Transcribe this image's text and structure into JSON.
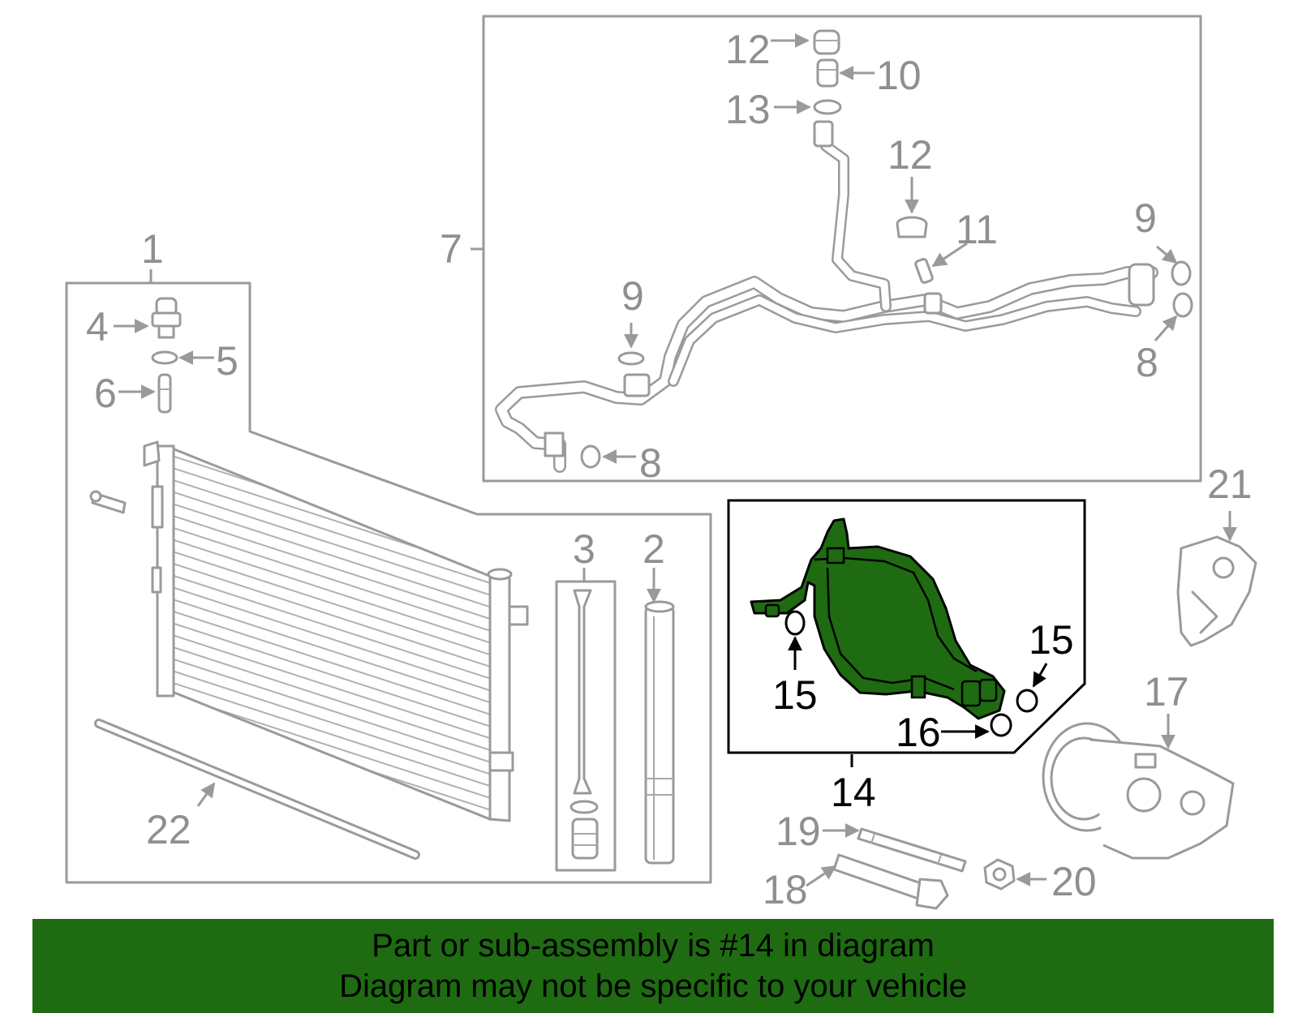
{
  "labels": {
    "p1": "1",
    "p2": "2",
    "p3": "3",
    "p4": "4",
    "p5": "5",
    "p6": "6",
    "p7": "7",
    "p8a": "8",
    "p8b": "8",
    "p9a": "9",
    "p9b": "9",
    "p10": "10",
    "p11": "11",
    "p12a": "12",
    "p12b": "12",
    "p13": "13",
    "p14": "14",
    "p15a": "15",
    "p15b": "15",
    "p16": "16",
    "p17": "17",
    "p18": "18",
    "p19": "19",
    "p20": "20",
    "p21": "21",
    "p22": "22"
  },
  "highlight": {
    "part_number": "14",
    "color": "#1e6b12"
  },
  "banner": {
    "line1": "Part or sub-assembly is #14 in diagram",
    "line2": "Diagram may not be specific to your vehicle",
    "background": "#1e6b12"
  }
}
